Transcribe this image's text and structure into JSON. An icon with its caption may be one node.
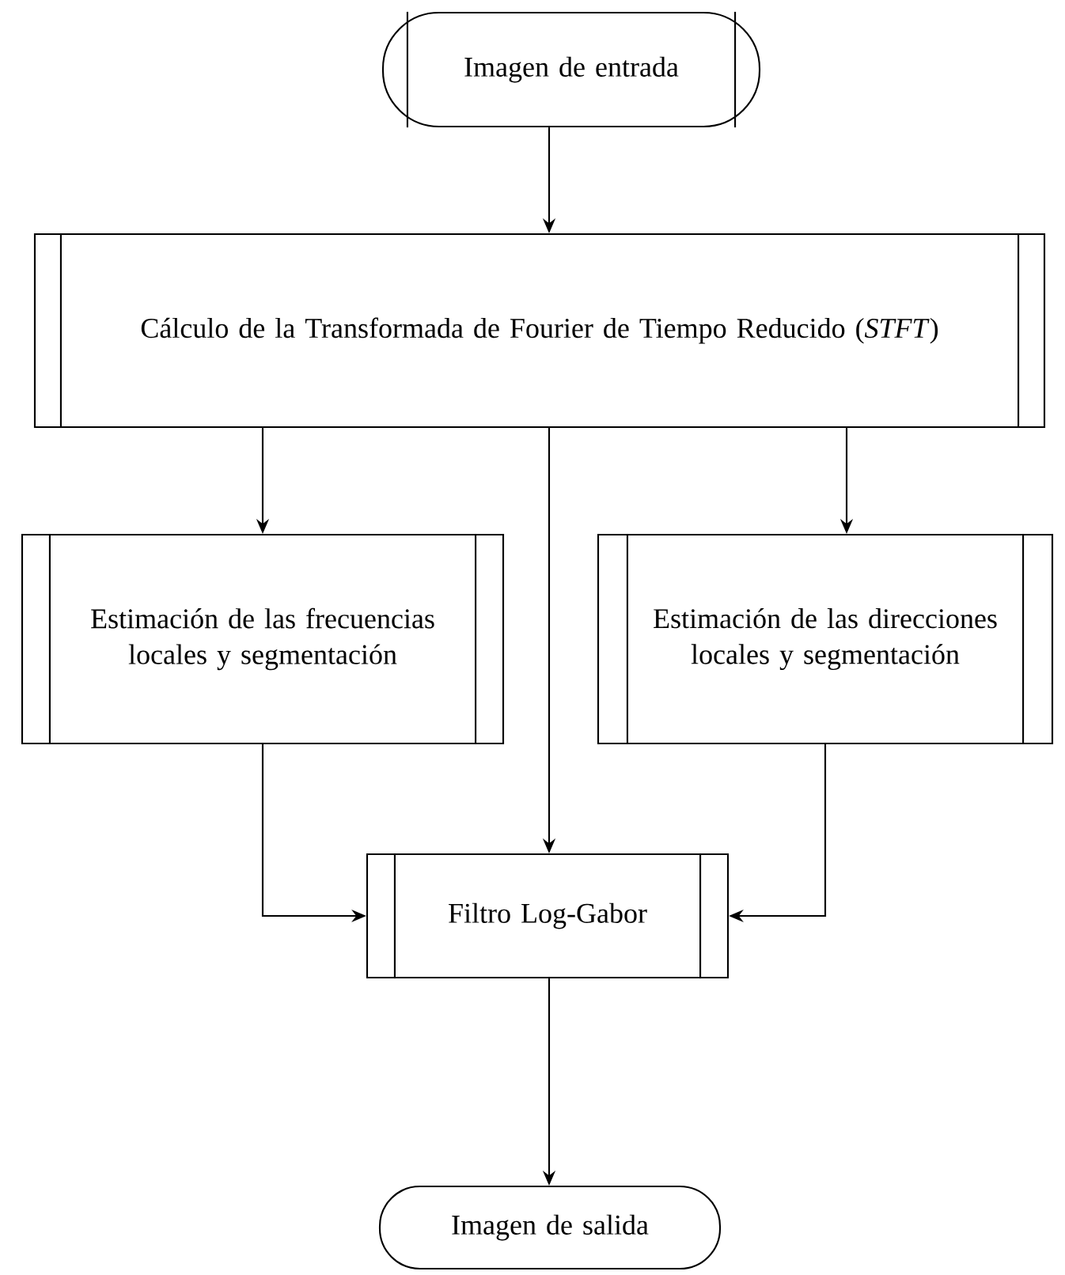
{
  "diagram": {
    "nodes": [
      {
        "text": [
          "Imagen de entrada"
        ]
      },
      {
        "text": [
          "Cálculo de la Transformada de Fourier de Tiempo Reducido (*STFT*)"
        ]
      },
      {
        "text": [
          "Estimación de las frecuencias locales y segmentación"
        ]
      },
      {
        "text": [
          "Estimación de las direcciones locales y segmentación"
        ]
      },
      {
        "text": [
          "Filtro Log-Gabor"
        ]
      },
      {
        "text": [
          "Imagen de salida"
        ]
      }
    ],
    "edges": [
      {
        "from": 0,
        "to": 1,
        "arrow": "to"
      },
      {
        "from": 1,
        "to": 2,
        "arrow": "to"
      },
      {
        "from": 1,
        "to": 3,
        "arrow": "to"
      },
      {
        "from": 1,
        "to": 4,
        "arrow": "to"
      },
      {
        "from": 2,
        "to": 4,
        "arrow": "to"
      },
      {
        "from": 3,
        "to": 4,
        "arrow": "to"
      },
      {
        "from": 4,
        "to": 5,
        "arrow": "to"
      }
    ]
  }
}
